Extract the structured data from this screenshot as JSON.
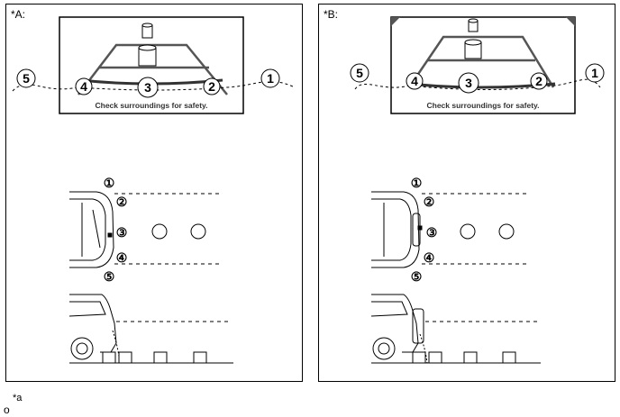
{
  "panels": [
    {
      "label": "*A:",
      "screen_caption": "Check surroundings for safety."
    },
    {
      "label": "*B:",
      "screen_caption": "Check surroundings for safety."
    }
  ],
  "callouts": {
    "screen": [
      "5",
      "4",
      "3",
      "2",
      "1"
    ],
    "top_view": [
      "①",
      "②",
      "③",
      "④",
      "⑤"
    ]
  },
  "footnote": {
    "superscript": "*a",
    "mark": "o"
  }
}
